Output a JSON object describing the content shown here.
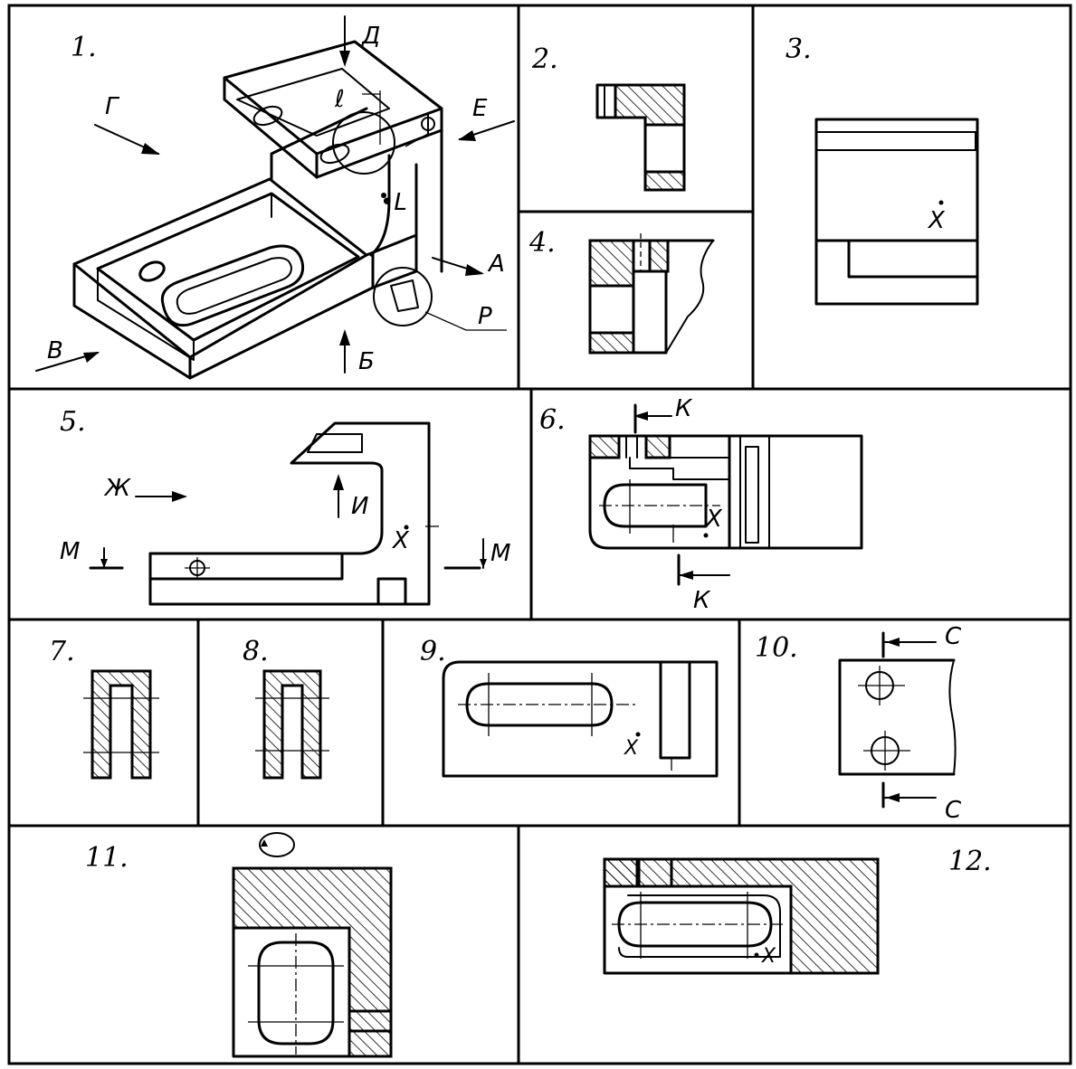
{
  "cells": [
    {
      "number": "1."
    },
    {
      "number": "2."
    },
    {
      "number": "3."
    },
    {
      "number": "4."
    },
    {
      "number": "5."
    },
    {
      "number": "6."
    },
    {
      "number": "7."
    },
    {
      "number": "8."
    },
    {
      "number": "9."
    },
    {
      "number": "10."
    },
    {
      "number": "11."
    },
    {
      "number": "12."
    }
  ],
  "labels": {
    "d": "Д",
    "l_small": "ℓ",
    "g": "Г",
    "e": "Е",
    "l_dot": "•L",
    "a": "А",
    "p": "Р",
    "b": "Б",
    "v": "В",
    "x": "X",
    "zh": "Ж",
    "i": "И",
    "m": "М",
    "k": "К",
    "c": "С"
  }
}
